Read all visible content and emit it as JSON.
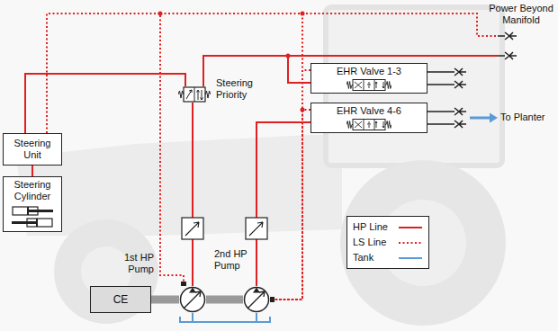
{
  "diagram": {
    "nodes": [
      {
        "text": [
          "EHR Valve 1-3"
        ]
      },
      {
        "text": [
          "Steering Priority"
        ]
      },
      {
        "text": [
          "EHR Valve 4-6"
        ]
      },
      {
        "text": [
          "Steering Unit"
        ]
      },
      {
        "text": [
          "Steering Cylinder"
        ]
      },
      {
        "text": [
          "1st HP Pump"
        ]
      },
      {
        "text": [
          "2nd HP Pump"
        ]
      },
      {
        "text": [
          "CE"
        ]
      }
    ],
    "edges": [
      {
        "from": 5,
        "to": 1,
        "arrow": "none"
      },
      {
        "from": 1,
        "to": 3,
        "arrow": "none"
      },
      {
        "from": 1,
        "to": 0,
        "arrow": "none"
      },
      {
        "from": 6,
        "to": 2,
        "arrow": "none"
      },
      {
        "from": 3,
        "to": 4,
        "arrow": "none"
      },
      {
        "from": 3,
        "to": 5,
        "arrow": "none"
      },
      {
        "from": 0,
        "to": 6,
        "arrow": "none"
      },
      {
        "from": 2,
        "to": 6,
        "arrow": "none"
      },
      {
        "from": 7,
        "to": 5,
        "arrow": "none"
      },
      {
        "from": 5,
        "to": 6,
        "arrow": "none"
      }
    ],
    "labels": [
      "Power Beyond Manifold",
      "To Planter"
    ],
    "legend": [
      {
        "text": "HP Line"
      },
      {
        "text": "LS Line"
      },
      {
        "text": "Tank"
      }
    ]
  }
}
